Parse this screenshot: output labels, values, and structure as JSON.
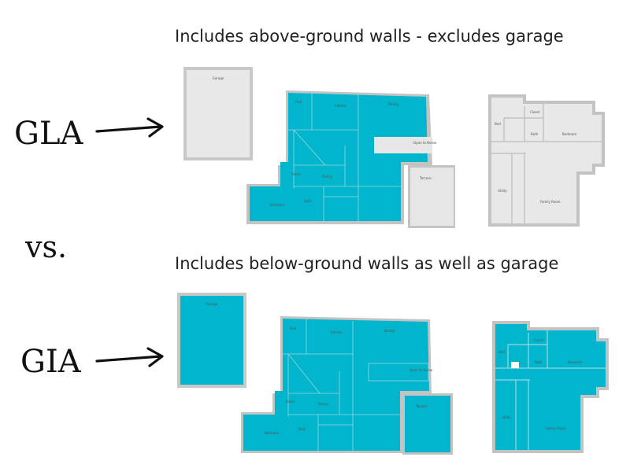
{
  "colors": {
    "included_fill": "#00B5CC",
    "excluded_fill": "#e6e6e6",
    "wall": "#c3c3c3",
    "text": "#222222"
  },
  "top": {
    "caption": "Includes above-ground walls - excludes garage",
    "label": "GLA",
    "garage": {
      "label": "Garage",
      "included": false
    },
    "main_floor": {
      "rooms": [
        "Pool",
        "Kitchen",
        "Dining",
        "Open to Below",
        "Stairs",
        "Pantry",
        "Bedroom",
        "Bath",
        "Terrace"
      ]
    },
    "upper_floor": {
      "rooms": [
        "Closet",
        "Bed",
        "Bath",
        "Bedroom",
        "Utility",
        "Family Room"
      ],
      "included": false
    }
  },
  "separator": "vs.",
  "bottom": {
    "caption": "Includes below-ground walls as well as garage",
    "label": "GIA",
    "garage": {
      "label": "Garage",
      "included": true
    },
    "main_floor": {
      "rooms": [
        "Pool",
        "Kitchen",
        "Dining",
        "Open to Below",
        "Stairs",
        "Pantry",
        "Bedroom",
        "Bath",
        "Terrace"
      ]
    },
    "upper_floor": {
      "rooms": [
        "Closet",
        "Bed",
        "Bath",
        "Bedroom",
        "Utility",
        "Family Room"
      ],
      "included": true
    }
  }
}
